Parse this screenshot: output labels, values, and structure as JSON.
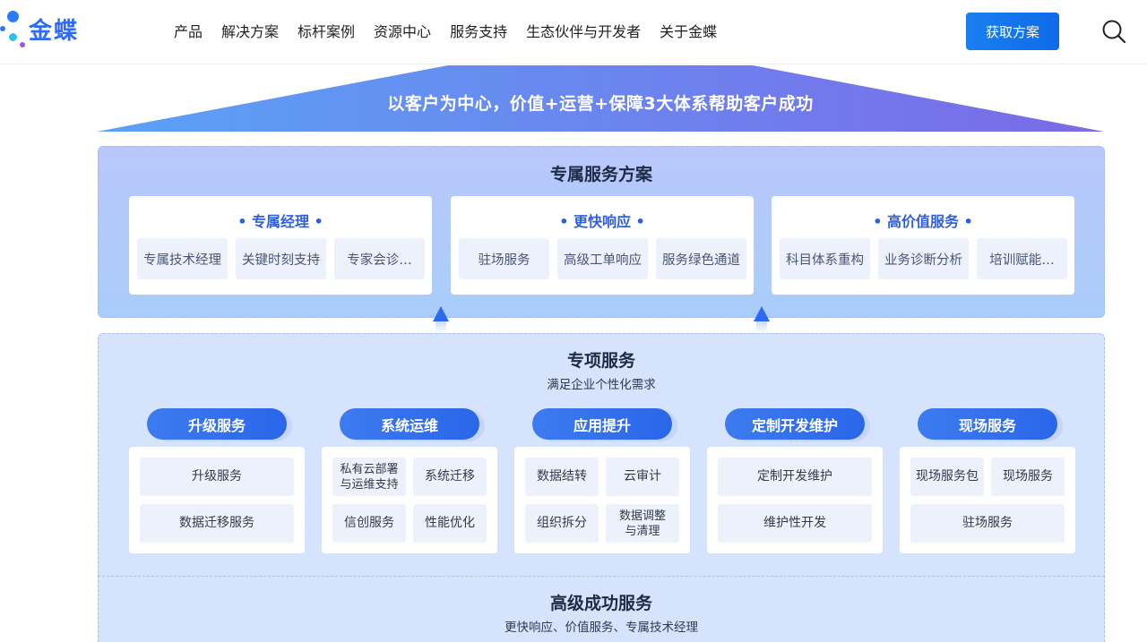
{
  "brand": {
    "logo_text": "金蝶",
    "logo_colors": [
      "#2e7bf4",
      "#2ec0e6",
      "#9b59e0"
    ]
  },
  "nav": {
    "items": [
      "产品",
      "解决方案",
      "标杆案例",
      "资源中心",
      "服务支持",
      "生态伙伴与开发者",
      "关于金蝶"
    ]
  },
  "header": {
    "cta_label": "获取方案",
    "search_icon": "search-icon"
  },
  "banner": {
    "title": "以客户为中心，价值+运营+保障3大体系帮助客户成功",
    "gradient": [
      "#5aa2f7",
      "#7b6ae6"
    ]
  },
  "dedicated": {
    "title": "专属服务方案",
    "cards": [
      {
        "title": "• 专属经理 •",
        "items": [
          "专属技术经理",
          "关键时刻支持",
          "专家会诊…"
        ]
      },
      {
        "title": "• 更快响应 •",
        "items": [
          "驻场服务",
          "高级工单响应",
          "服务绿色通道"
        ]
      },
      {
        "title": "• 高价值服务 •",
        "items": [
          "科目体系重构",
          "业务诊断分析",
          "培训赋能…"
        ]
      }
    ]
  },
  "special": {
    "title": "专项服务",
    "subtitle": "满足企业个性化需求",
    "groups": [
      {
        "label": "升级服务",
        "items": [
          "升级服务",
          "数据迁移服务"
        ]
      },
      {
        "label": "系统运维",
        "items": [
          "私有云部署\n与运维支持",
          "系统迁移",
          "信创服务",
          "性能优化"
        ]
      },
      {
        "label": "应用提升",
        "items": [
          "数据结转",
          "云审计",
          "组织拆分",
          "数据调整\n与清理"
        ]
      },
      {
        "label": "定制开发维护",
        "items": [
          "定制开发维护",
          "维护性开发"
        ]
      },
      {
        "label": "现场服务",
        "items": [
          "现场服务包",
          "现场服务",
          "驻场服务"
        ]
      }
    ]
  },
  "advanced": {
    "title": "高级成功服务",
    "subtitle": "更快响应、价值服务、专属技术经理"
  }
}
